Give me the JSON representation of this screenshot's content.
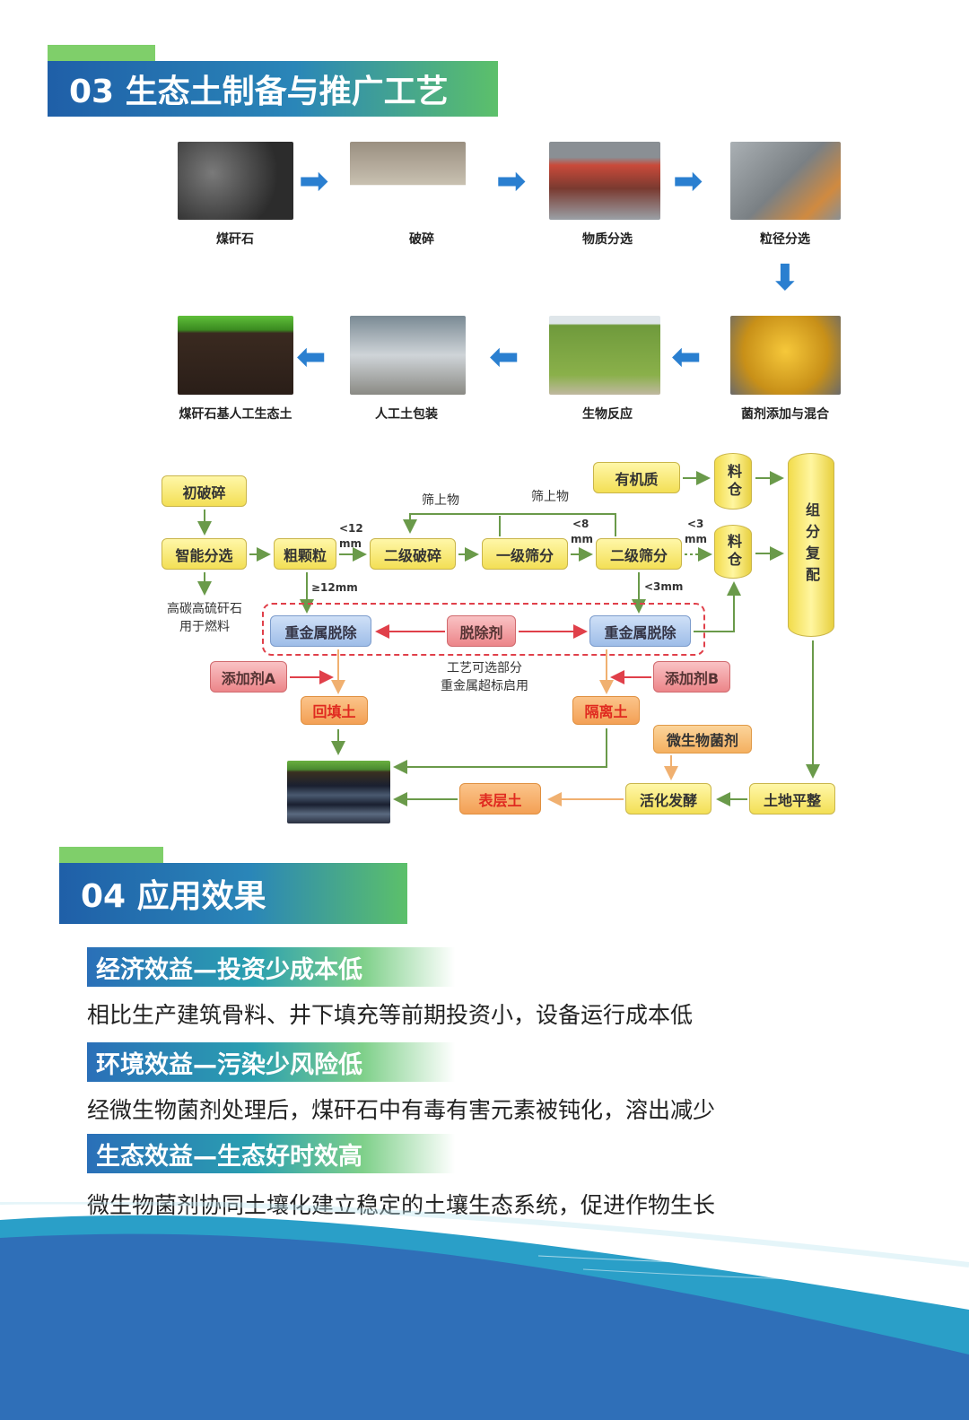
{
  "section3": {
    "title": "03 生态土制备与推广工艺"
  },
  "photos": [
    {
      "label": "煤矸石"
    },
    {
      "label": "破碎"
    },
    {
      "label": "物质分选"
    },
    {
      "label": "粒径分选"
    },
    {
      "label": "菌剂添加与混合"
    },
    {
      "label": "生物反应"
    },
    {
      "label": "人工土包装"
    },
    {
      "label": "煤矸石基人工生态土"
    }
  ],
  "flow": {
    "initial_crush": "初破碎",
    "smart_sort": "智能分选",
    "coarse": "粗颗粒",
    "secondary_crush": "二级破碎",
    "primary_screen": "一级筛分",
    "secondary_screen": "二级筛分",
    "organic": "有机质",
    "bin1": "料仓",
    "bin2": "料仓",
    "compound": "组分复配",
    "hm_remove1": "重金属脱除",
    "hm_remove2": "重金属脱除",
    "remover": "脱除剂",
    "additive_a": "添加剂A",
    "additive_b": "添加剂B",
    "backfill": "回填土",
    "isolation": "隔离土",
    "microbe": "微生物菌剂",
    "activate": "活化发酵",
    "leveling": "土地平整",
    "topsoil": "表层土",
    "oversize1": "筛上物",
    "oversize2": "筛上物",
    "lt12": "<12",
    "lt12_unit": "mm",
    "ge12": "≥12mm",
    "lt8": "<8",
    "lt8_unit": "mm",
    "lt3": "<3",
    "lt3_unit": "mm",
    "lt3mm": "<3mm",
    "fuel_note_1": "高碳高硫矸石",
    "fuel_note_2": "用于燃料",
    "optional_note_1": "工艺可选部分",
    "optional_note_2": "重金属超标启用"
  },
  "section4": {
    "title": "04 应用效果"
  },
  "benefits": [
    {
      "heading": "经济效益—投资少成本低",
      "text": "相比生产建筑骨料、井下填充等前期投资小，设备运行成本低"
    },
    {
      "heading": "环境效益—污染少风险低",
      "text": "经微生物菌剂处理后，煤矸石中有毒有害元素被钝化，溶出减少"
    },
    {
      "heading": "生态效益—生态好时效高",
      "text": "微生物菌剂协同土壤化建立稳定的土壤生态系统，促进作物生长"
    }
  ]
}
